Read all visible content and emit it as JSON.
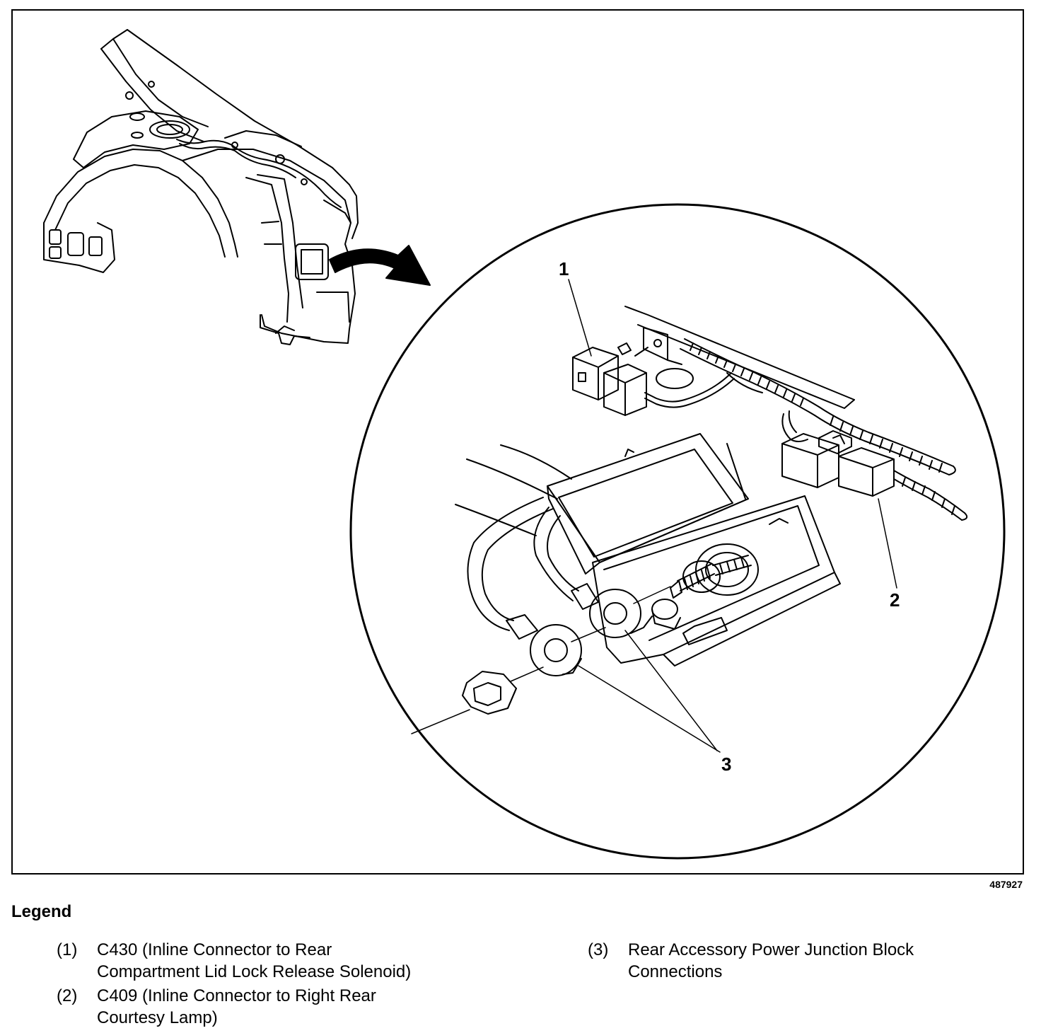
{
  "diagram": {
    "figure_id": "487927",
    "callouts": [
      "1",
      "2",
      "3"
    ]
  },
  "legend": {
    "title": "Legend",
    "items": [
      {
        "num": "(1)",
        "text": "C430 (Inline Connector to Rear\nCompartment Lid Lock Release Solenoid)"
      },
      {
        "num": "(2)",
        "text": "C409 (Inline Connector to Right Rear\nCourtesy Lamp)"
      },
      {
        "num": "(3)",
        "text": "Rear Accessory Power Junction Block\nConnections"
      }
    ]
  }
}
